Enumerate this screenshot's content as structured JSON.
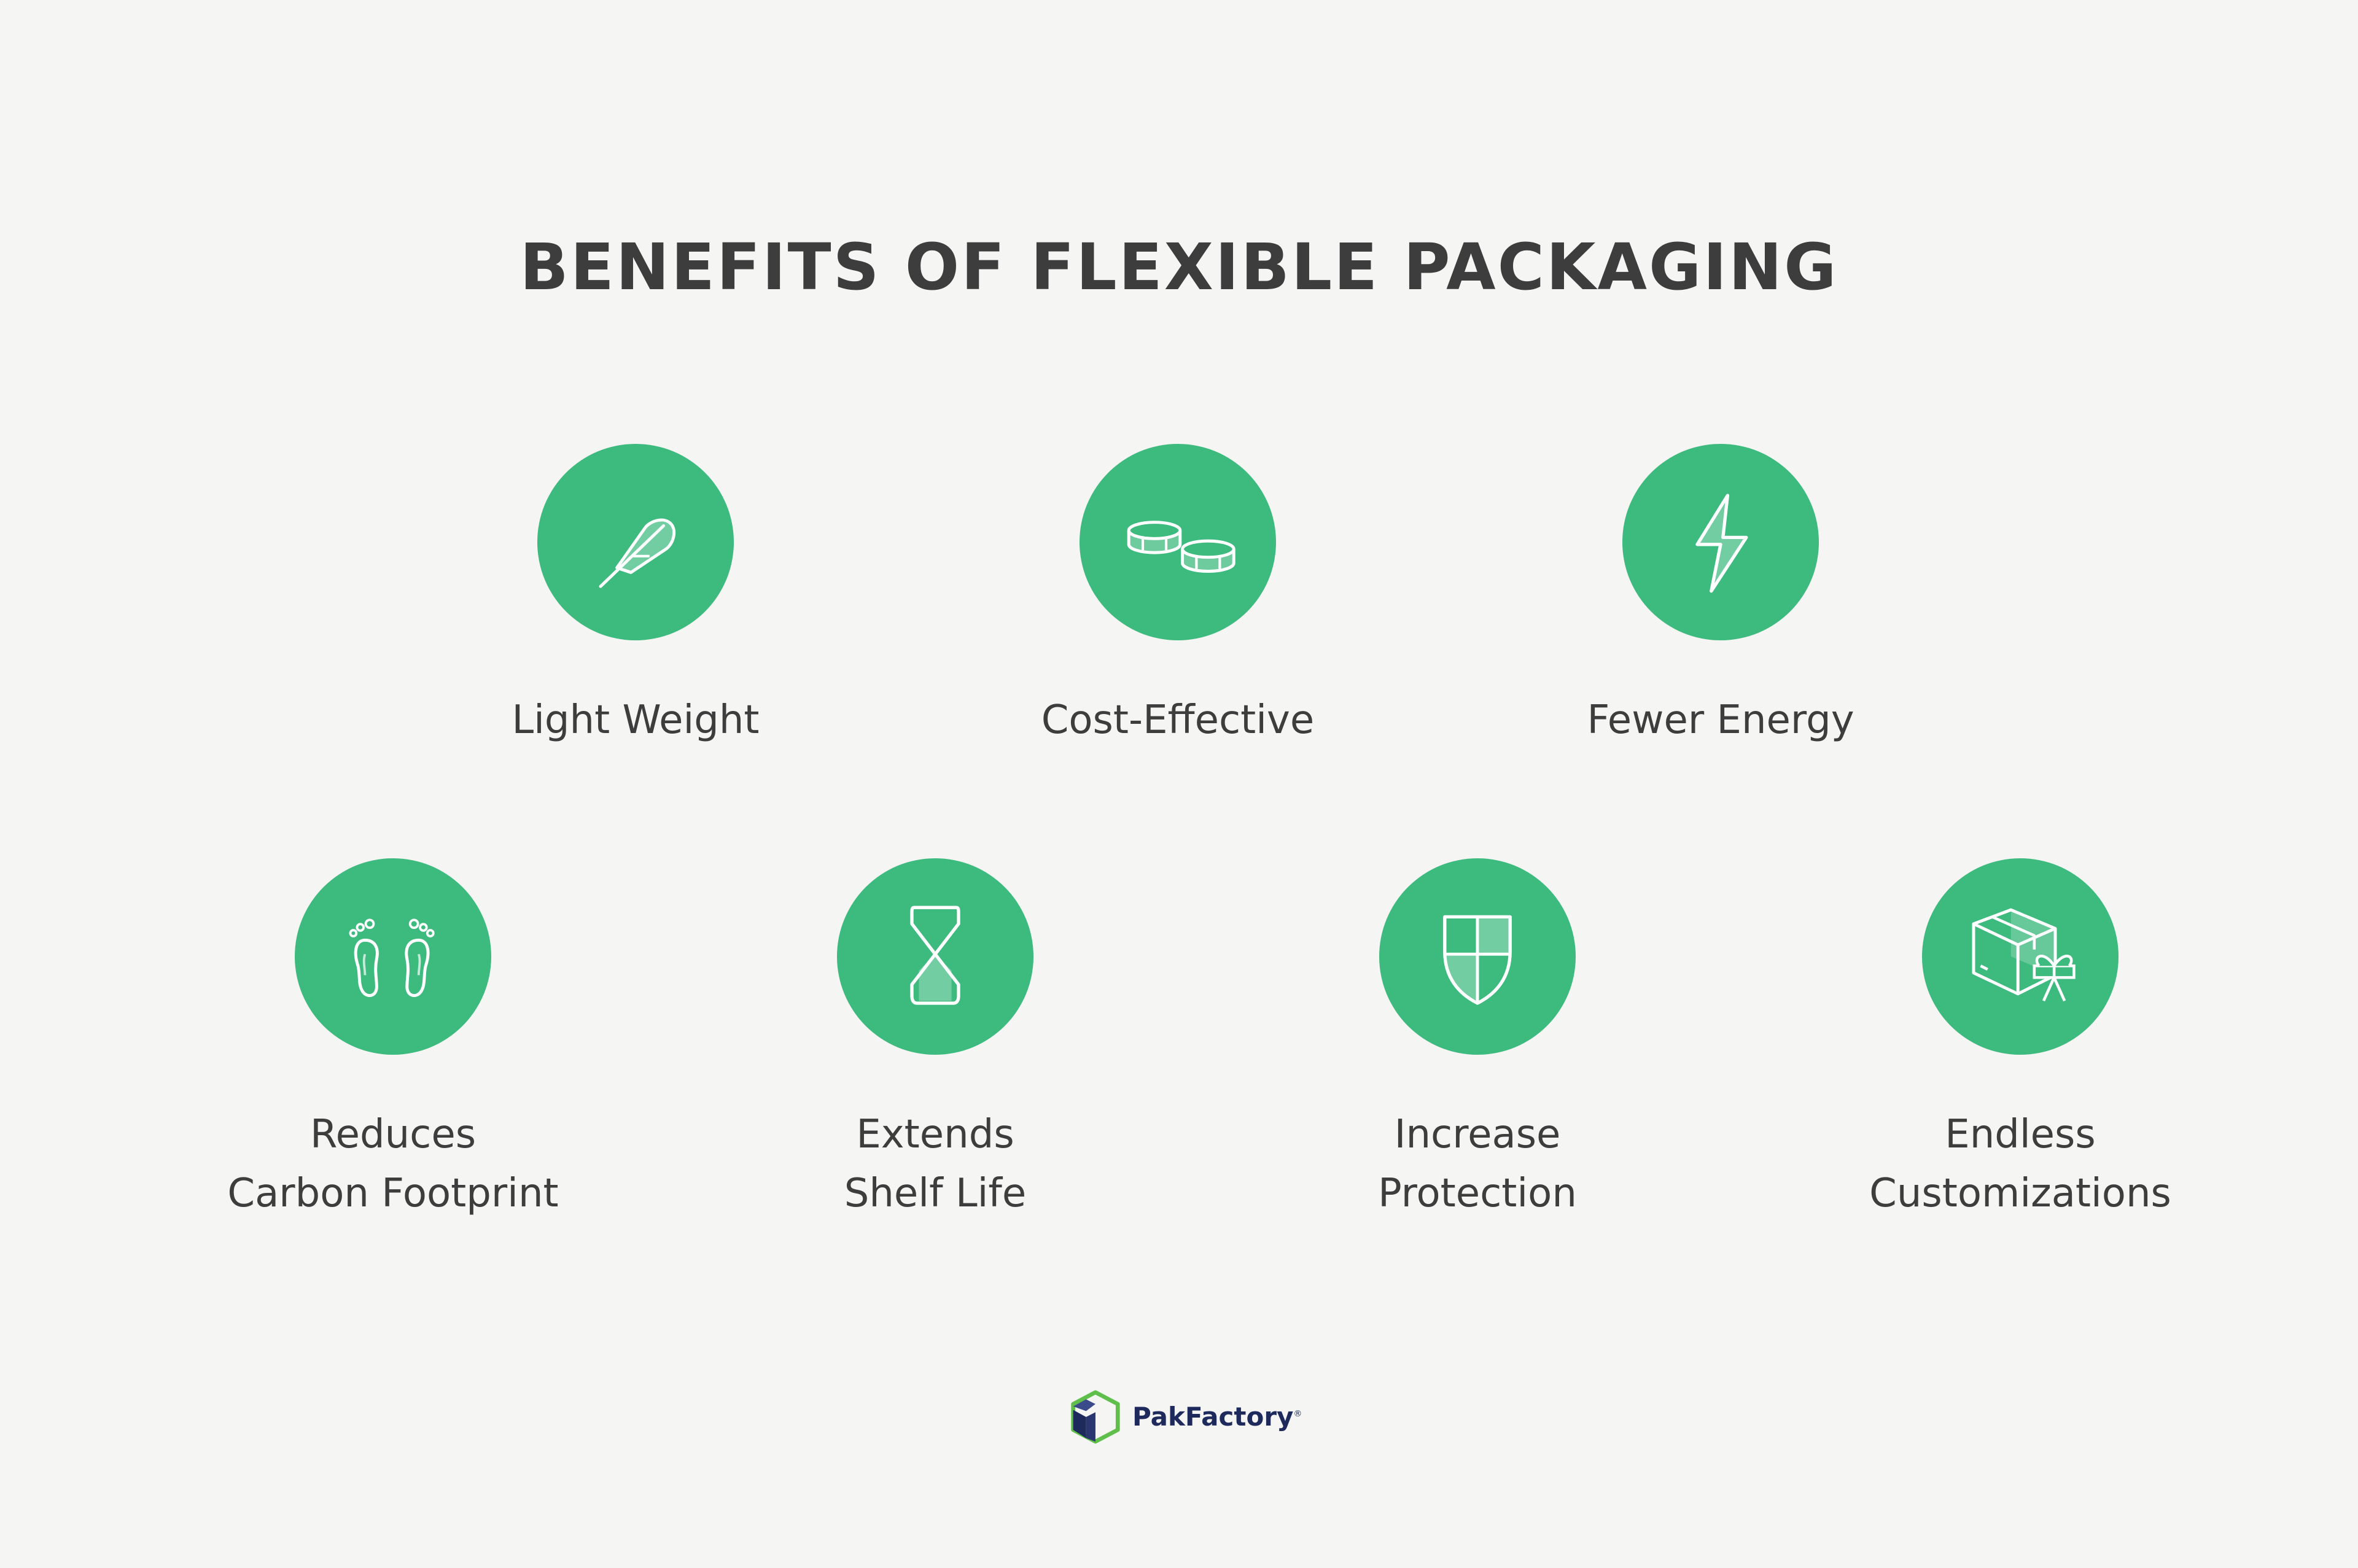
{
  "title": "BENEFITS OF FLEXIBLE PACKAGING",
  "colors": {
    "background": "#f5f5f4",
    "circle": "#3dba7e",
    "icon_line": "#ffffff",
    "text": "#3d3d3d",
    "brand_navy": "#1e2a5c",
    "brand_green": "#5fbf4a"
  },
  "benefits": [
    {
      "icon": "feather-icon",
      "line1": "Light Weight",
      "line2": ""
    },
    {
      "icon": "coins-icon",
      "line1": "Cost-Effective",
      "line2": ""
    },
    {
      "icon": "lightning-icon",
      "line1": "Fewer Energy",
      "line2": ""
    },
    {
      "icon": "footprints-icon",
      "line1": "Reduces",
      "line2": "Carbon Footprint"
    },
    {
      "icon": "hourglass-icon",
      "line1": "Extends",
      "line2": "Shelf Life"
    },
    {
      "icon": "shield-icon",
      "line1": "Increase",
      "line2": "Protection"
    },
    {
      "icon": "gift-box-icon",
      "line1": "Endless",
      "line2": "Customizations"
    }
  ],
  "brand": {
    "name": "PakFactory",
    "mark": "®",
    "icon": "pakfactory-cube-logo-icon"
  }
}
